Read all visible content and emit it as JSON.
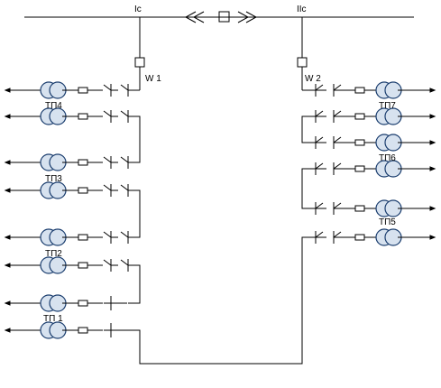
{
  "labels": {
    "bus_1": "Ic",
    "bus_2": "IIc",
    "feeder_1": "W 1",
    "feeder_2": "W 2",
    "tp1": "ТП 1",
    "tp2": "ТП2",
    "tp3": "ТП3",
    "tp4": "ТП4",
    "tp5": "ТП5",
    "tp6": "ТП6",
    "tp7": "ТП7"
  },
  "colors": {
    "line": "#000000",
    "transformer_stroke": "#1a3d6e",
    "transformer_fill": "#d7e2ef"
  }
}
